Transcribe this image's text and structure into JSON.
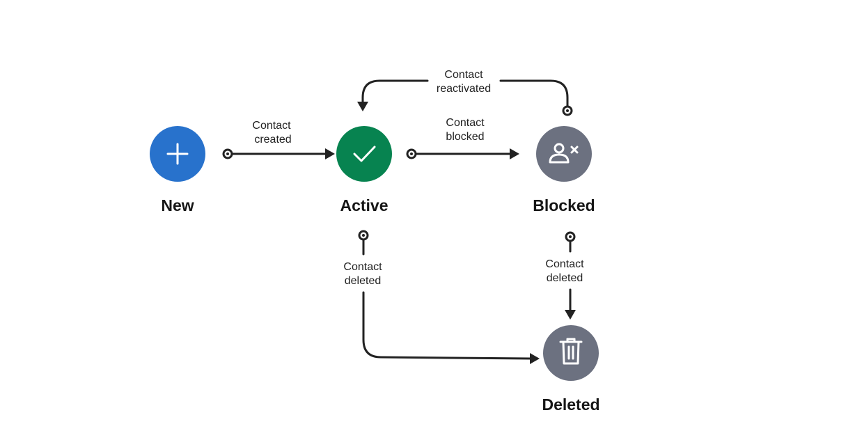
{
  "colors": {
    "new": "#2872cc",
    "active": "#078350",
    "blocked": "#6c7180",
    "deleted": "#6c7180",
    "edge": "#222222"
  },
  "nodes": {
    "new": {
      "label": "New",
      "icon": "plus-icon"
    },
    "active": {
      "label": "Active",
      "icon": "checkmark-icon"
    },
    "blocked": {
      "label": "Blocked",
      "icon": "user-blocked-icon"
    },
    "deleted": {
      "label": "Deleted",
      "icon": "trash-icon"
    }
  },
  "edges": {
    "created": {
      "line1": "Contact",
      "line2": "created",
      "from": "New",
      "to": "Active"
    },
    "blocked": {
      "line1": "Contact",
      "line2": "blocked",
      "from": "Active",
      "to": "Blocked"
    },
    "reactivated": {
      "line1": "Contact",
      "line2": "reactivated",
      "from": "Blocked",
      "to": "Active"
    },
    "active_deleted": {
      "line1": "Contact",
      "line2": "deleted",
      "from": "Active",
      "to": "Deleted"
    },
    "blocked_deleted": {
      "line1": "Contact",
      "line2": "deleted",
      "from": "Blocked",
      "to": "Deleted"
    }
  }
}
